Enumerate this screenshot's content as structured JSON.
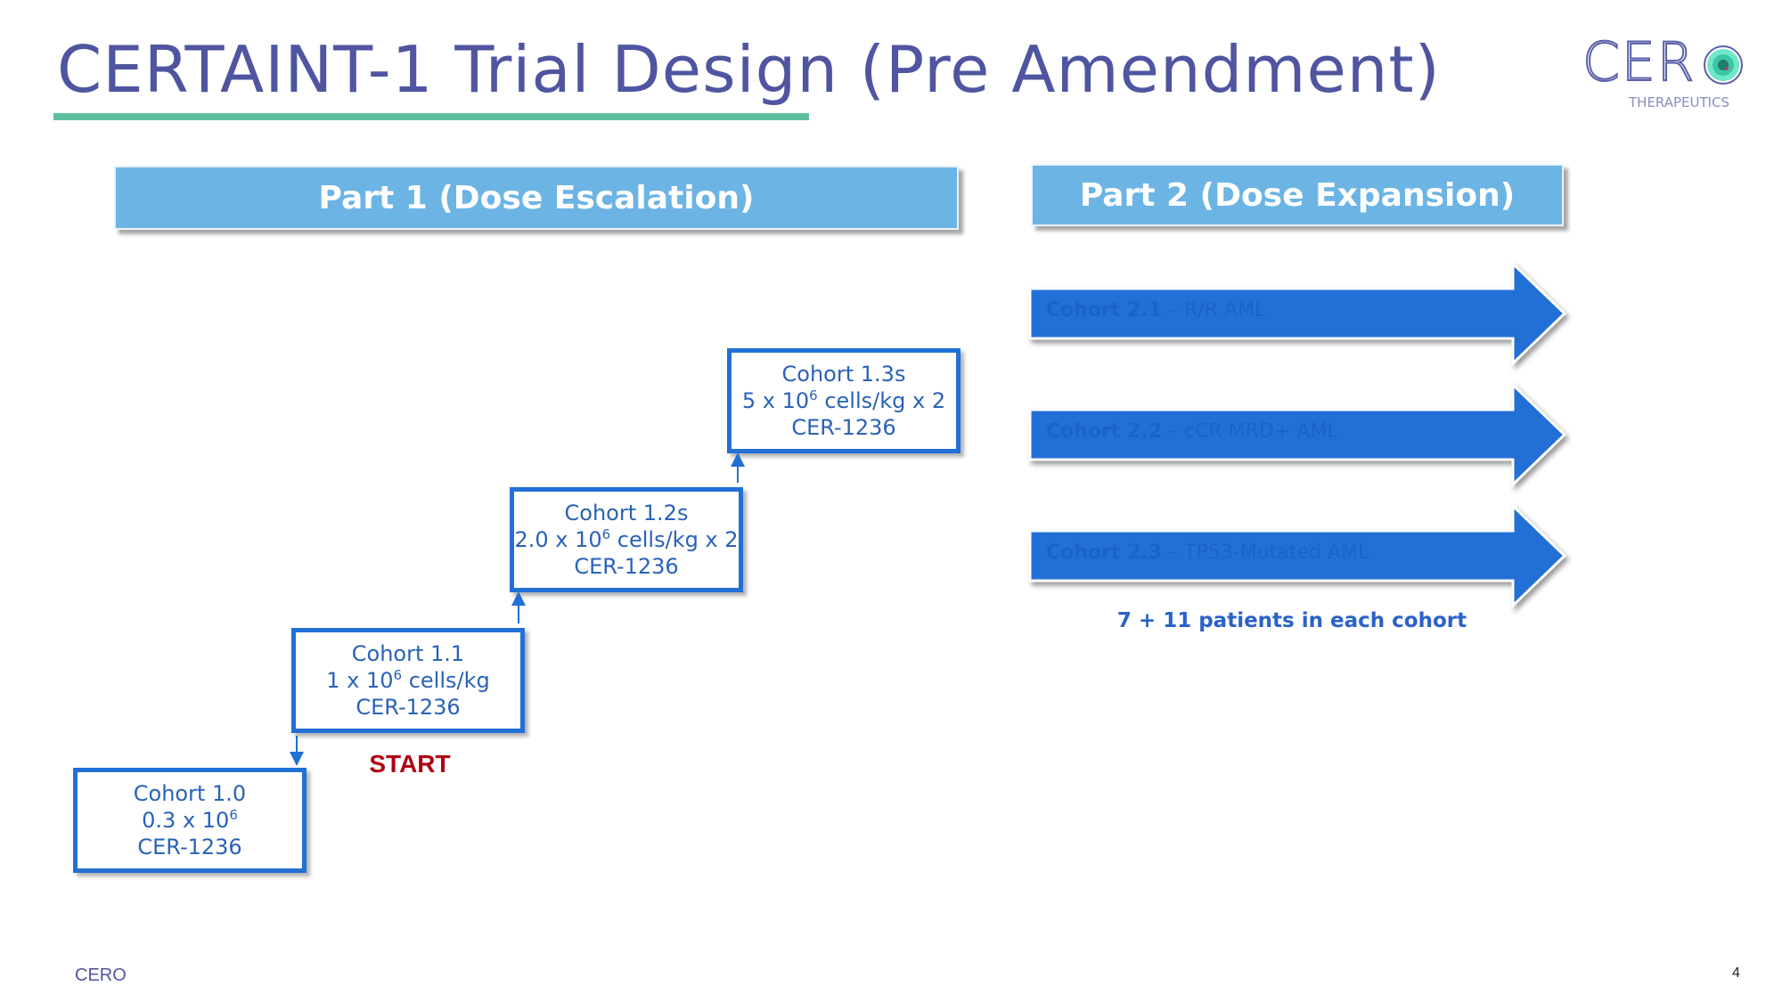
{
  "slide": {
    "title": "CERTAINT-1 Trial Design (Pre Amendment)",
    "footer": "CERO",
    "page_number": "4",
    "logo": {
      "wordmark": "CERO",
      "subtitle": "THERAPEUTICS"
    },
    "colors": {
      "title": "#4f55a0",
      "accent_underline": "#5fbfa0",
      "header_fill": "#6cb4e4",
      "box_border": "#2270d6",
      "arrow_fill": "#2270d6",
      "start": "#b00010"
    }
  },
  "part1": {
    "header": "Part 1 (Dose Escalation)",
    "start_label": "START",
    "cohorts": [
      {
        "name": "Cohort 1.0",
        "dose_pre": "0.3 x 10",
        "exp": "6",
        "dose_post": "",
        "product": "CER-1236"
      },
      {
        "name": "Cohort 1.1",
        "dose_pre": "1 x 10",
        "exp": "6",
        "dose_post": " cells/kg",
        "product": "CER-1236"
      },
      {
        "name": "Cohort 1.2s",
        "dose_pre": "2.0 x 10",
        "exp": "6",
        "dose_post": " cells/kg x 2",
        "product": "CER-1236"
      },
      {
        "name": "Cohort 1.3s",
        "dose_pre": "5 x 10",
        "exp": "6",
        "dose_post": " cells/kg x 2",
        "product": "CER-1236"
      }
    ]
  },
  "part2": {
    "header": "Part 2 (Dose Expansion)",
    "cohorts": [
      {
        "name": "Cohort 2.1",
        "sep": " – ",
        "desc": "R/R AML"
      },
      {
        "name": "Cohort 2.2",
        "sep": " – ",
        "desc": "cCR MRD+ AML"
      },
      {
        "name": "Cohort 2.3",
        "sep": " – ",
        "desc": "TP53-Mutated AML"
      }
    ],
    "note": "7 + 11 patients in each cohort"
  }
}
